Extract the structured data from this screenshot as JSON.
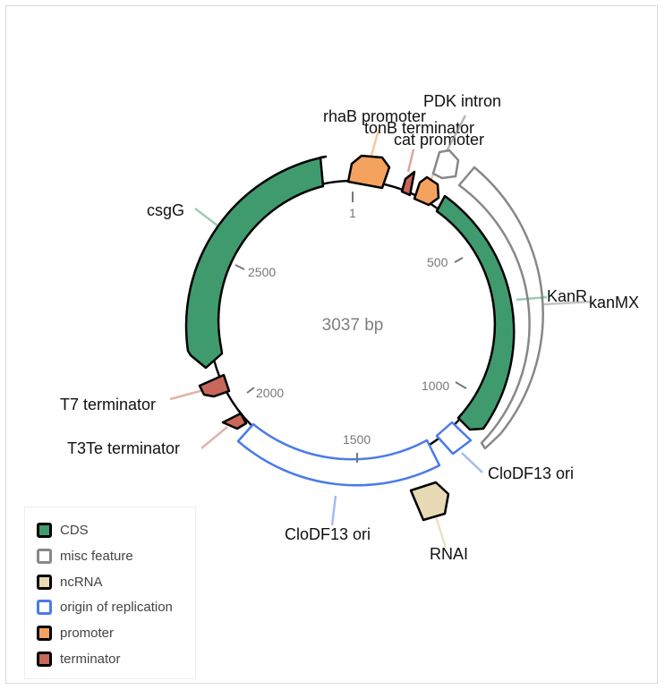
{
  "map": {
    "center_label": "3037 bp",
    "ticks": [
      {
        "label": "1",
        "pos": 1
      },
      {
        "label": "500",
        "pos": 500
      },
      {
        "label": "1000",
        "pos": 1000
      },
      {
        "label": "1500",
        "pos": 1500
      },
      {
        "label": "2000",
        "pos": 2000
      },
      {
        "label": "2500",
        "pos": 2500
      }
    ],
    "features": [
      {
        "name": "rhaB promoter",
        "type": "promoter"
      },
      {
        "name": "tonB terminator",
        "type": "terminator"
      },
      {
        "name": "cat promoter",
        "type": "promoter"
      },
      {
        "name": "PDK intron",
        "type": "misc feature"
      },
      {
        "name": "KanR",
        "type": "CDS"
      },
      {
        "name": "kanMX",
        "type": "misc feature"
      },
      {
        "name": "CloDF13 ori",
        "type": "origin of replication"
      },
      {
        "name": "RNAI",
        "type": "ncRNA"
      },
      {
        "name": "CloDF13 ori",
        "type": "origin of replication"
      },
      {
        "name": "T3Te terminator",
        "type": "terminator"
      },
      {
        "name": "T7 terminator",
        "type": "terminator"
      },
      {
        "name": "csgG",
        "type": "CDS"
      }
    ]
  },
  "legend": {
    "items": [
      {
        "label": "CDS",
        "fill": "#3f9b6e",
        "stroke": "#000000"
      },
      {
        "label": "misc feature",
        "fill": "#ffffff",
        "stroke": "#888888"
      },
      {
        "label": "ncRNA",
        "fill": "#e8dab4",
        "stroke": "#000000"
      },
      {
        "label": "origin of replication",
        "fill": "#ffffff",
        "stroke": "#4a7bea"
      },
      {
        "label": "promoter",
        "fill": "#f5a25f",
        "stroke": "#000000"
      },
      {
        "label": "terminator",
        "fill": "#c8685a",
        "stroke": "#000000"
      }
    ]
  }
}
